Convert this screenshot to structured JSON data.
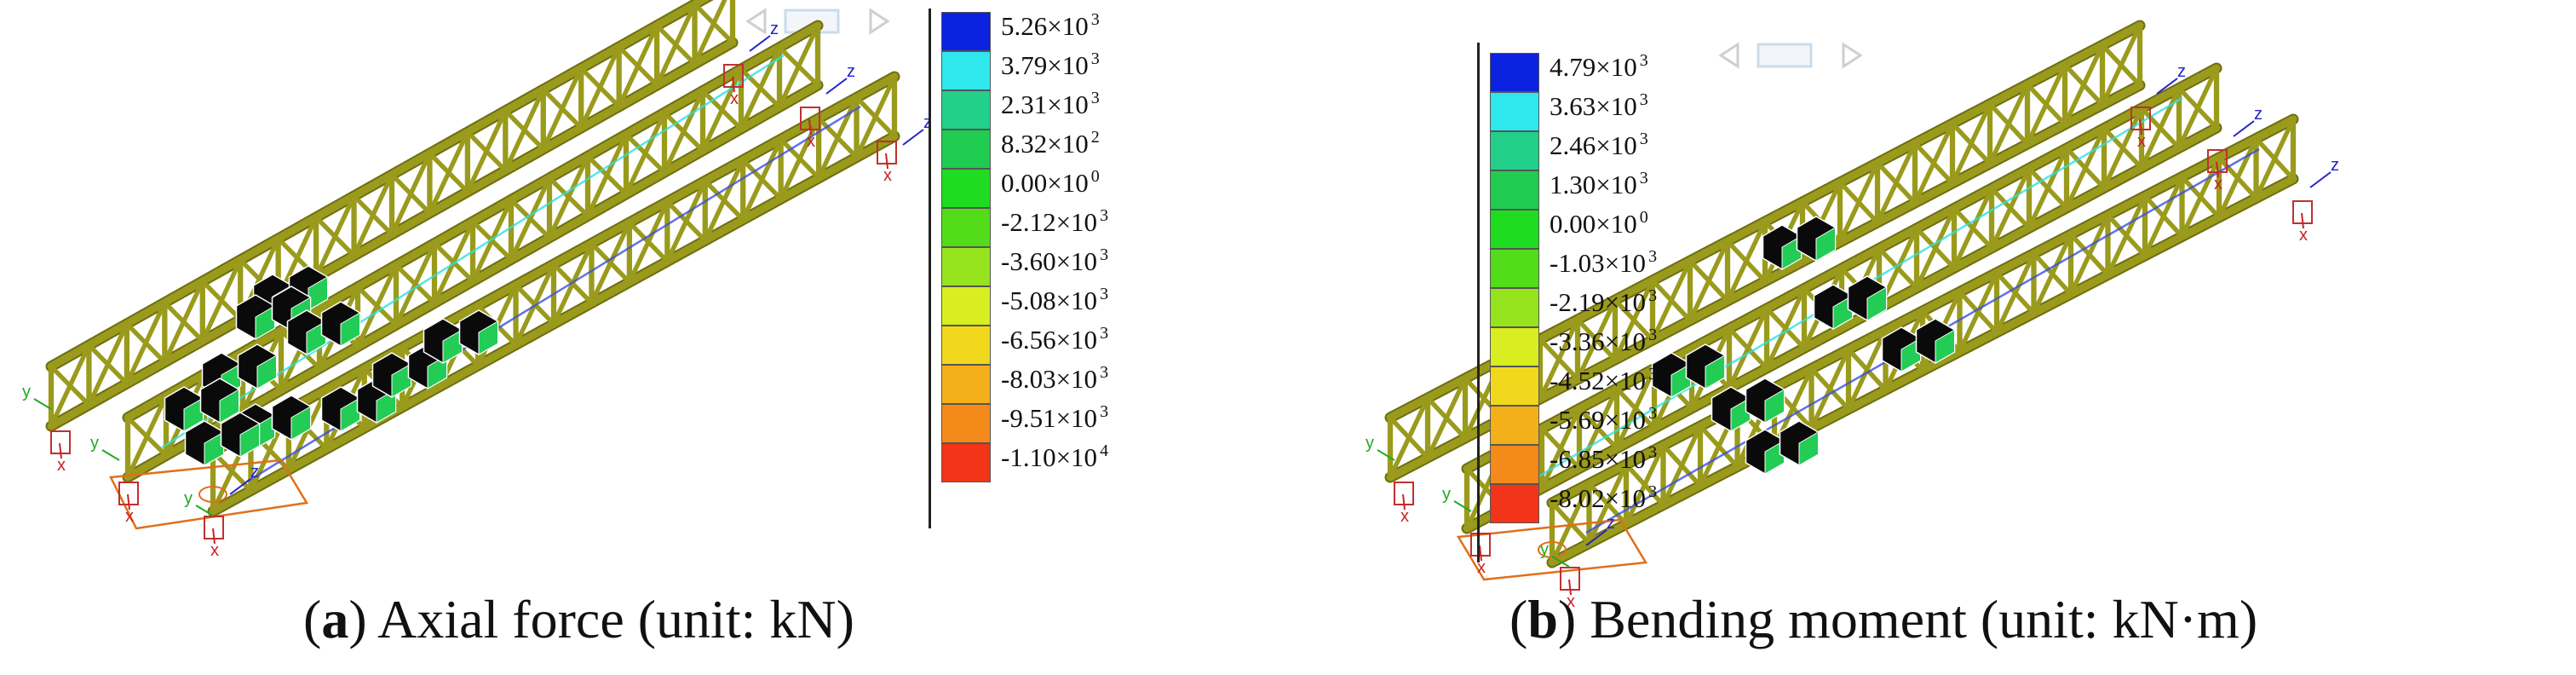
{
  "panels": [
    {
      "id": "a",
      "caption_letter": "a",
      "caption_text": "Axial force (unit: kN)",
      "legend": [
        {
          "mantissa": "5.26",
          "exp": "3",
          "color": "#0b22e0"
        },
        {
          "mantissa": "3.79",
          "exp": "3",
          "color": "#2ee8ee"
        },
        {
          "mantissa": "2.31",
          "exp": "3",
          "color": "#22d08a"
        },
        {
          "mantissa": "8.32",
          "exp": "2",
          "color": "#20cc50"
        },
        {
          "mantissa": "0.00",
          "exp": "0",
          "color": "#20dc20"
        },
        {
          "mantissa": "-2.12",
          "exp": "3",
          "color": "#52dc1a"
        },
        {
          "mantissa": "-3.60",
          "exp": "3",
          "color": "#96e41e"
        },
        {
          "mantissa": "-5.08",
          "exp": "3",
          "color": "#d8ee20"
        },
        {
          "mantissa": "-6.56",
          "exp": "3",
          "color": "#f2d81c"
        },
        {
          "mantissa": "-8.03",
          "exp": "3",
          "color": "#f4b01a"
        },
        {
          "mantissa": "-9.51",
          "exp": "3",
          "color": "#f48a1a"
        },
        {
          "mantissa": "-1.10",
          "exp": "4",
          "color": "#f23418"
        }
      ],
      "axis_labels": {
        "x": "x",
        "y": "y",
        "z": "z"
      }
    },
    {
      "id": "b",
      "caption_letter": "b",
      "caption_text": "Bending moment (unit: kN·m)",
      "legend": [
        {
          "mantissa": "4.79",
          "exp": "3",
          "color": "#0b22e0"
        },
        {
          "mantissa": "3.63",
          "exp": "3",
          "color": "#2ee8ee"
        },
        {
          "mantissa": "2.46",
          "exp": "3",
          "color": "#22d08a"
        },
        {
          "mantissa": "1.30",
          "exp": "3",
          "color": "#20cc50"
        },
        {
          "mantissa": "0.00",
          "exp": "0",
          "color": "#20dc20"
        },
        {
          "mantissa": "-1.03",
          "exp": "3",
          "color": "#52dc1a"
        },
        {
          "mantissa": "-2.19",
          "exp": "3",
          "color": "#96e41e"
        },
        {
          "mantissa": "-3.36",
          "exp": "3",
          "color": "#d8ee20"
        },
        {
          "mantissa": "-4.52",
          "exp": "3",
          "color": "#f2d81c"
        },
        {
          "mantissa": "-5.69",
          "exp": "3",
          "color": "#f4b01a"
        },
        {
          "mantissa": "-6.85",
          "exp": "3",
          "color": "#f48a1a"
        },
        {
          "mantissa": "-8.02",
          "exp": "3",
          "color": "#f23418"
        }
      ],
      "axis_labels": {
        "x": "x",
        "y": "y",
        "z": "z"
      }
    }
  ],
  "colors": {
    "truss_member": "#9a9a1c",
    "truss_dark": "#6e6e10",
    "hex_node_fill": "#0a0a0a",
    "hex_node_face": "#22cc55",
    "support_box": "#c03030",
    "base_plate": "#e0701a",
    "axis_x": "#cc2222",
    "axis_y": "#22aa22",
    "axis_z": "#2222cc"
  },
  "multiply_sign": "×"
}
